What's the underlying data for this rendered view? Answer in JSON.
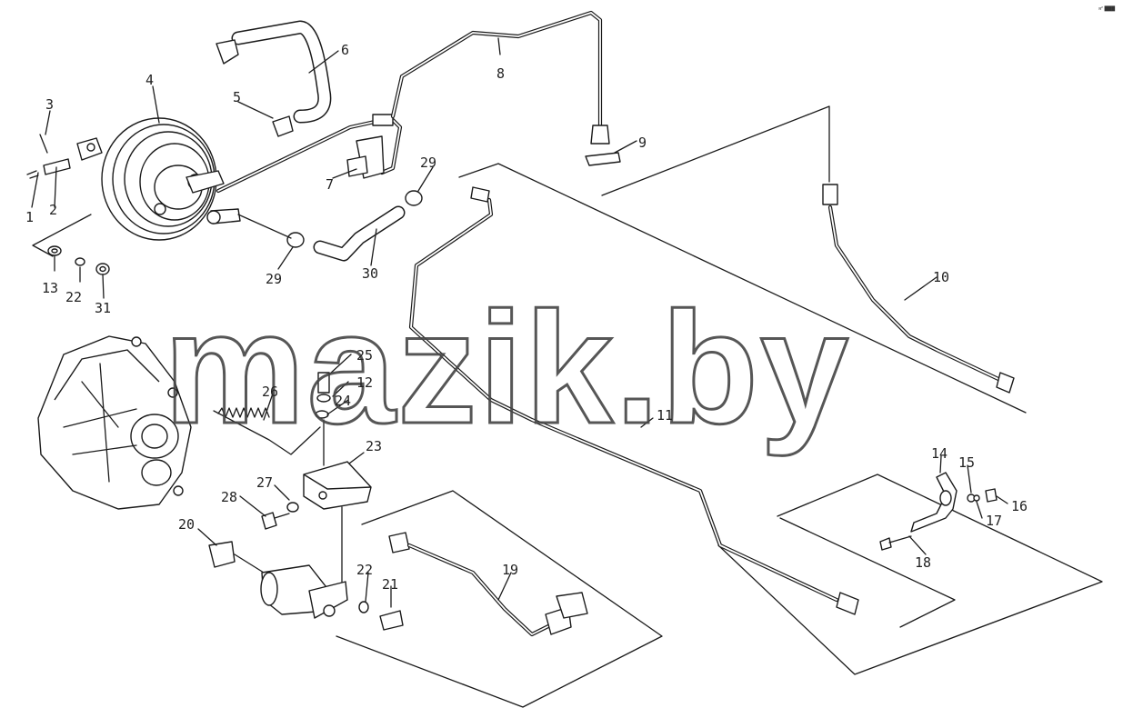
{
  "corner_mark": "я² ███",
  "watermark": "mazik.by",
  "callouts": [
    {
      "id": "1",
      "text": "1"
    },
    {
      "id": "2",
      "text": "2"
    },
    {
      "id": "3",
      "text": "3"
    },
    {
      "id": "4",
      "text": "4"
    },
    {
      "id": "5",
      "text": "5"
    },
    {
      "id": "6",
      "text": "6"
    },
    {
      "id": "7",
      "text": "7"
    },
    {
      "id": "8",
      "text": "8"
    },
    {
      "id": "9",
      "text": "9"
    },
    {
      "id": "10",
      "text": "10"
    },
    {
      "id": "11",
      "text": "11"
    },
    {
      "id": "12",
      "text": "12"
    },
    {
      "id": "13",
      "text": "13"
    },
    {
      "id": "14",
      "text": "14"
    },
    {
      "id": "15",
      "text": "15"
    },
    {
      "id": "16",
      "text": "16"
    },
    {
      "id": "17",
      "text": "17"
    },
    {
      "id": "18",
      "text": "18"
    },
    {
      "id": "19",
      "text": "19"
    },
    {
      "id": "20",
      "text": "20"
    },
    {
      "id": "21",
      "text": "21"
    },
    {
      "id": "22a",
      "text": "22"
    },
    {
      "id": "22b",
      "text": "22"
    },
    {
      "id": "23",
      "text": "23"
    },
    {
      "id": "24",
      "text": "24"
    },
    {
      "id": "25",
      "text": "25"
    },
    {
      "id": "26",
      "text": "26"
    },
    {
      "id": "27",
      "text": "27"
    },
    {
      "id": "28",
      "text": "28"
    },
    {
      "id": "29a",
      "text": "29"
    },
    {
      "id": "29b",
      "text": "29"
    },
    {
      "id": "30",
      "text": "30"
    },
    {
      "id": "31",
      "text": "31"
    }
  ]
}
